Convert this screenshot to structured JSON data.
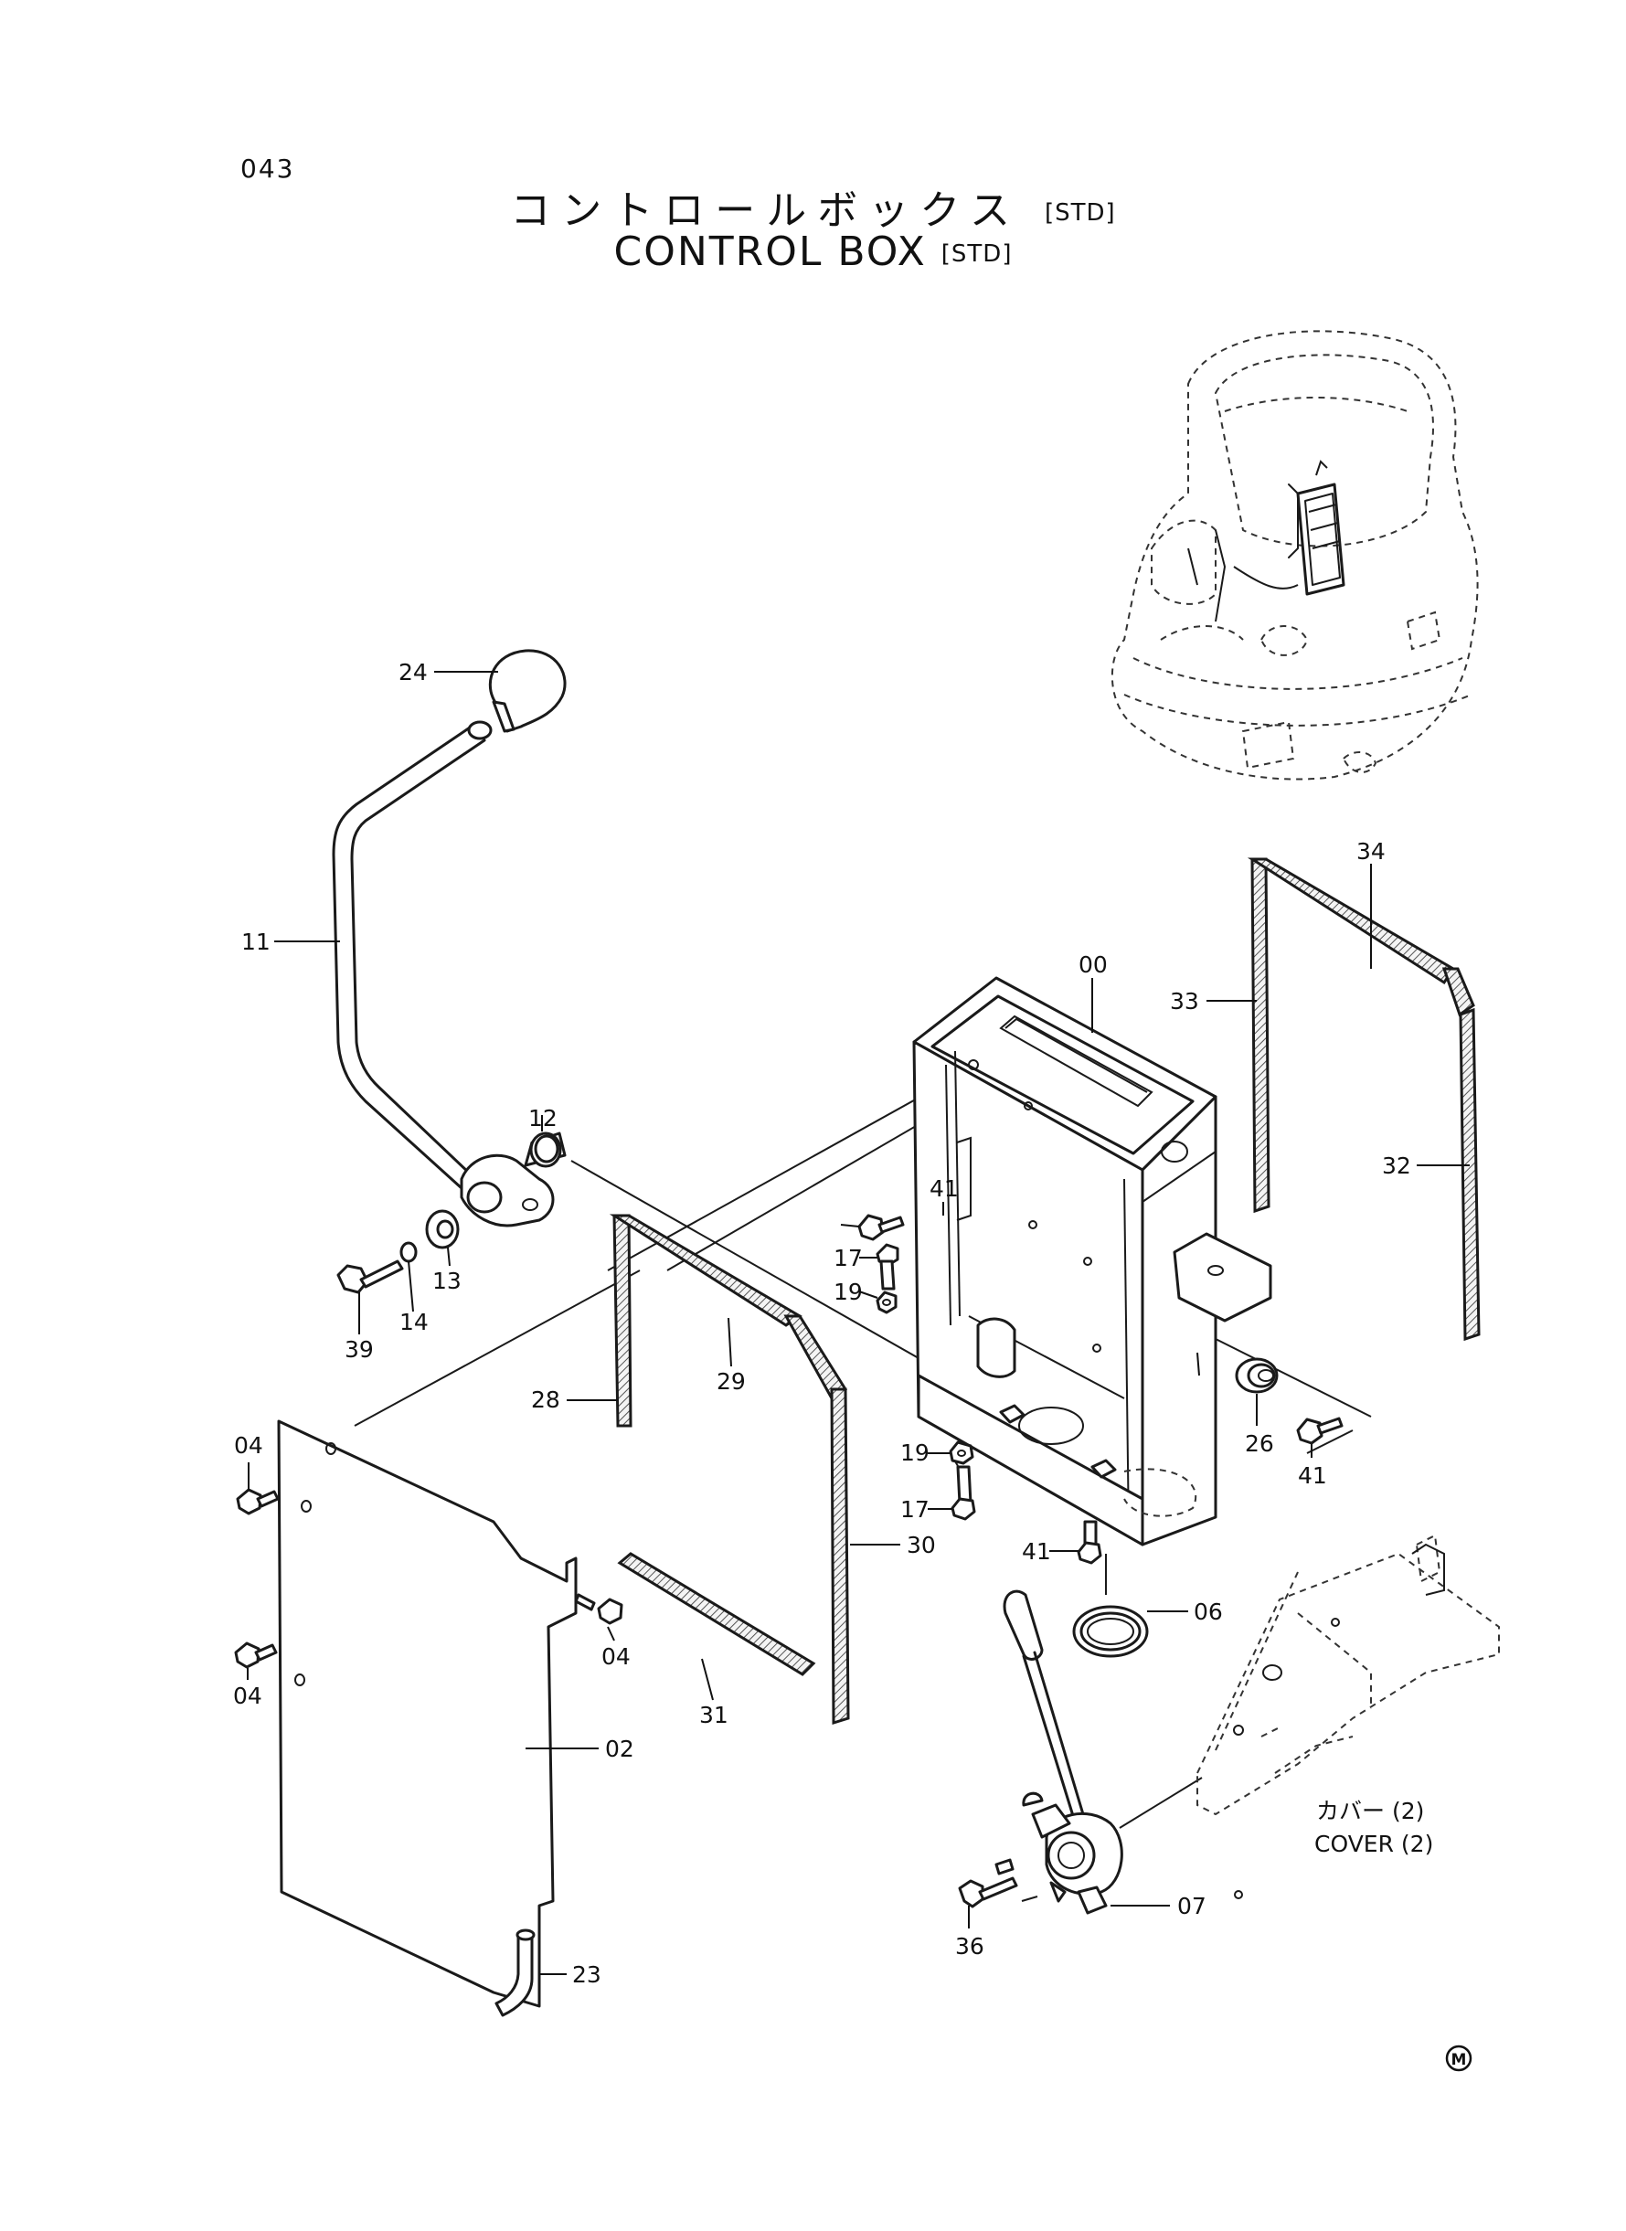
{
  "header": {
    "page_number": "043",
    "title_jp": "コントロールボックス",
    "title_jp_tag": "[STD]",
    "title_en": "CONTROL BOX",
    "title_en_tag": "[STD]"
  },
  "callouts": {
    "c00": "00",
    "c02": "02",
    "c04a": "04",
    "c04b": "04",
    "c04c": "04",
    "c06": "06",
    "c07": "07",
    "c11": "11",
    "c12": "12",
    "c13": "13",
    "c14": "14",
    "c17a": "17",
    "c17b": "17",
    "c19a": "19",
    "c19b": "19",
    "c23": "23",
    "c24": "24",
    "c26": "26",
    "c28": "28",
    "c29": "29",
    "c30": "30",
    "c31": "31",
    "c32": "32",
    "c33": "33",
    "c34": "34",
    "c36": "36",
    "c39": "39",
    "c41a": "41",
    "c41b": "41",
    "c41c": "41"
  },
  "notes": {
    "cover_jp": "カバー (2)",
    "cover_en": "COVER (2)"
  },
  "marks": {
    "model_mark": "M"
  }
}
